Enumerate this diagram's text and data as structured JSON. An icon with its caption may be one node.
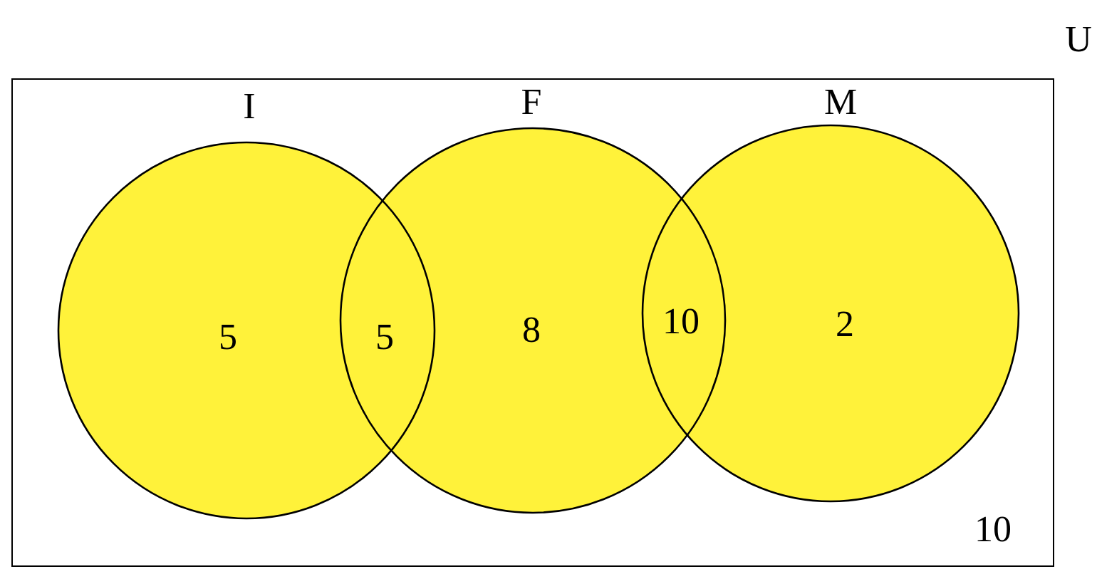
{
  "diagram": {
    "nodes": [
      {
        "text": [
          "U"
        ]
      },
      {
        "text": [
          "I"
        ],
        "in": 0
      },
      {
        "text": [
          "F"
        ],
        "in": 0
      },
      {
        "text": [
          "M"
        ],
        "in": 0
      }
    ],
    "labels": [
      "5",
      "5",
      "8",
      "10",
      "2",
      "10"
    ]
  }
}
